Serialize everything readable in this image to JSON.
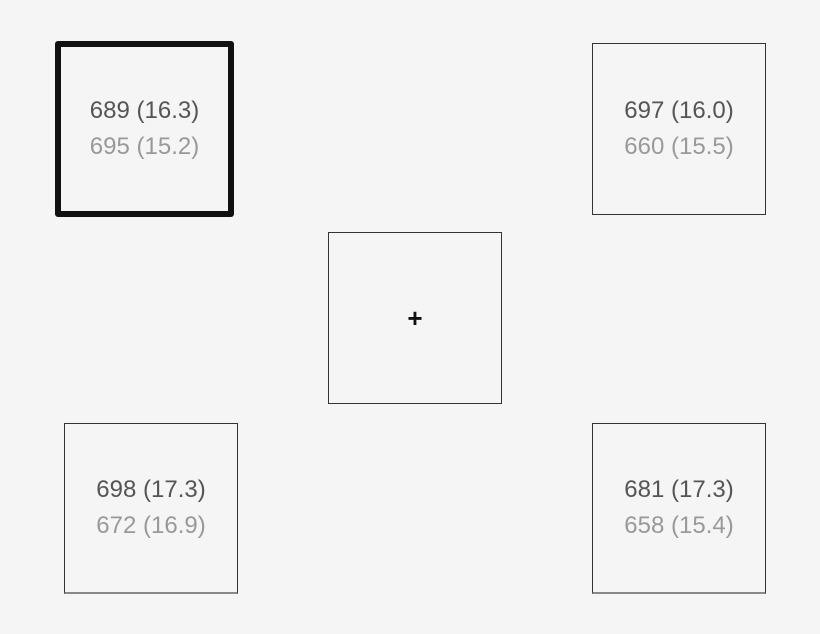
{
  "boxes": {
    "top_left": {
      "primary": "689 (16.3)",
      "secondary": "695 (15.2)",
      "selected": true
    },
    "top_right": {
      "primary": "697 (16.0)",
      "secondary": "660 (15.5)",
      "selected": false
    },
    "center": {
      "symbol": "+",
      "icon": "fixation-cross"
    },
    "bottom_left": {
      "primary": "698 (17.3)",
      "secondary": "672 (16.9)",
      "selected": false
    },
    "bottom_right": {
      "primary": "681 (17.3)",
      "secondary": "658 (15.4)",
      "selected": false
    }
  },
  "colors": {
    "background": "#f5f5f5",
    "border": "#333333",
    "selected_border": "#111111",
    "primary_text": "#555555",
    "secondary_text": "#999999"
  }
}
